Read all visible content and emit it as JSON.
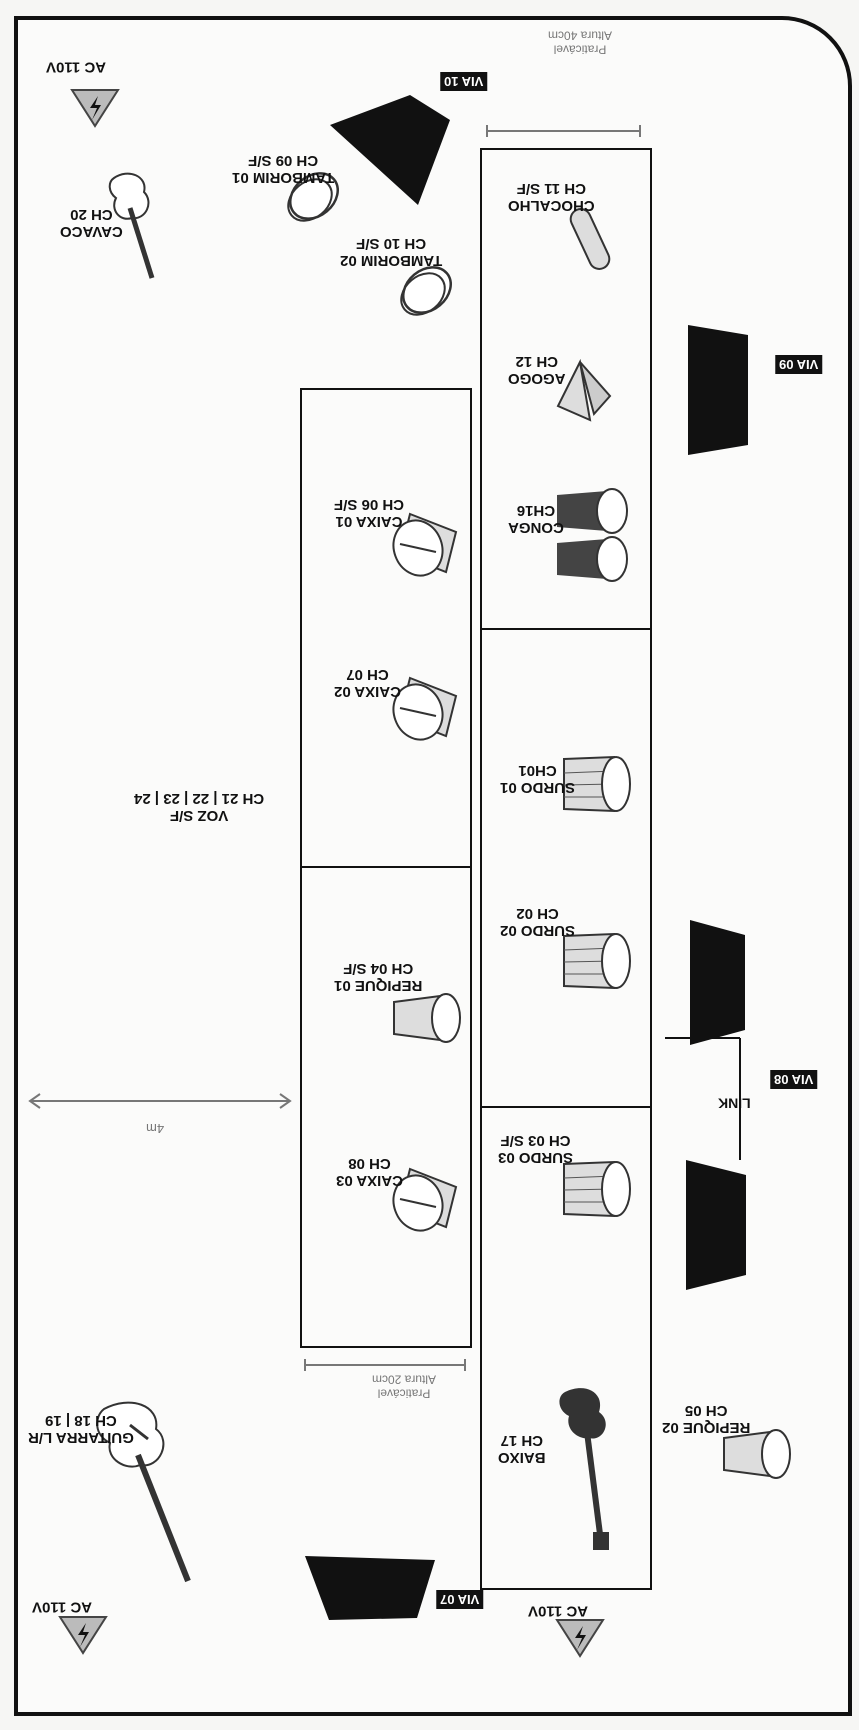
{
  "stage": {
    "via": [
      "VIA 10",
      "VIA 09",
      "VIA 08",
      "VIA 07"
    ],
    "link": "LINK",
    "praticavel_top": {
      "title": "Praticável",
      "height": "Altura 40cm"
    },
    "praticavel_bottom": {
      "title": "Praticável",
      "height": "Altura 20cm"
    },
    "distance": "4m",
    "power": "AC 110V",
    "instruments": {
      "chocalho": {
        "name": "CHOCALHO",
        "ch": "CH 11 S/F"
      },
      "agogo": {
        "name": "AGOGO",
        "ch": "CH 12"
      },
      "conga": {
        "name": "CONGA",
        "ch": "CH16"
      },
      "surdo01": {
        "name": "SURDO 01",
        "ch": "CH01"
      },
      "surdo02": {
        "name": "SURDO 02",
        "ch": "CH 02"
      },
      "surdo03": {
        "name": "SURDO 03",
        "ch": "CH 03 S/F"
      },
      "baixo": {
        "name": "BAIXO",
        "ch": "CH 17"
      },
      "repique02": {
        "name": "REPIQUE 02",
        "ch": "CH 05"
      },
      "tamborim01": {
        "name": "TAMBORIM 01",
        "ch": "CH 09 S/F"
      },
      "tamborim02": {
        "name": "TAMBORIM 02",
        "ch": "CH 10 S/F"
      },
      "caixa01": {
        "name": "CAIXA 01",
        "ch": "CH 06 S/F"
      },
      "caixa02": {
        "name": "CAIXA 02",
        "ch": "CH 07"
      },
      "repique01": {
        "name": "REPIQUE 01",
        "ch": "CH 04 S/F"
      },
      "caixa03": {
        "name": "CAIXA 03",
        "ch": "CH 08"
      },
      "voz": {
        "name": "VOZ S/F",
        "ch": "CH 21 | 22 | 23 | 24"
      },
      "cavaco": {
        "name": "CAVACO",
        "ch": "CH 20"
      },
      "guitarra": {
        "name": "GUITARRA L/R",
        "ch": "CH 18 | 19"
      }
    }
  }
}
